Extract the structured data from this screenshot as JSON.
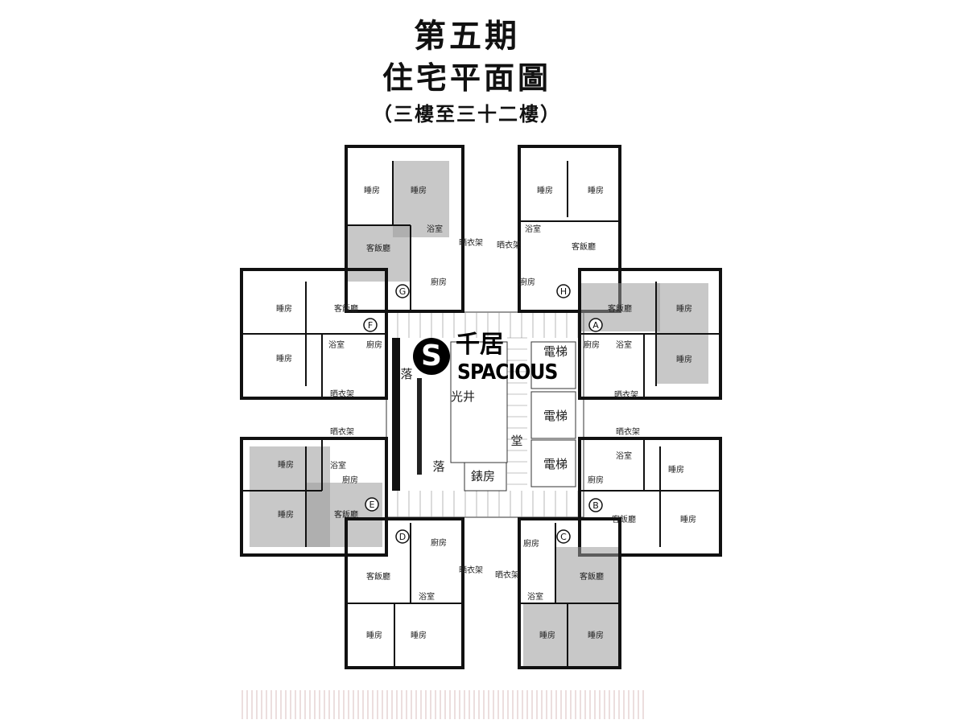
{
  "title": {
    "line1": "第五期",
    "line2": "住宅平面圖",
    "line3": "（三樓至三十二樓）"
  },
  "logo": {
    "cn": "千居",
    "en": "SPACIOUS",
    "mark": "S"
  },
  "units": [
    {
      "id": "G",
      "rooms": [
        "睡房",
        "睡房",
        "客飯廳",
        "浴室",
        "晒衣架",
        "廚房"
      ]
    },
    {
      "id": "H",
      "rooms": [
        "睡房",
        "睡房",
        "客飯廳",
        "浴室",
        "晒衣架",
        "廚房"
      ]
    },
    {
      "id": "F",
      "rooms": [
        "睡房",
        "客飯廳",
        "睡房",
        "浴室",
        "廚房",
        "晒衣架"
      ]
    },
    {
      "id": "A",
      "rooms": [
        "客飯廳",
        "睡房",
        "睡房",
        "浴室",
        "廚房",
        "晒衣架"
      ]
    },
    {
      "id": "E",
      "rooms": [
        "睡房",
        "睡房",
        "浴室",
        "廚房",
        "晒衣架",
        "客飯廳"
      ]
    },
    {
      "id": "B",
      "rooms": [
        "睡房",
        "睡房",
        "浴室",
        "廚房",
        "晒衣架",
        "客飯廳"
      ]
    },
    {
      "id": "D",
      "rooms": [
        "廚房",
        "晒衣架",
        "客飯廳",
        "浴室",
        "睡房",
        "睡房"
      ]
    },
    {
      "id": "C",
      "rooms": [
        "廚房",
        "晒衣架",
        "客飯廳",
        "浴室",
        "睡房",
        "睡房"
      ]
    }
  ],
  "core": {
    "lift1": "電梯",
    "lift2": "電梯",
    "lift3": "電梯",
    "lightwell": "光井",
    "meter_room": "錶房",
    "lobby": "堂",
    "stair1": "落",
    "stair2": "落"
  }
}
